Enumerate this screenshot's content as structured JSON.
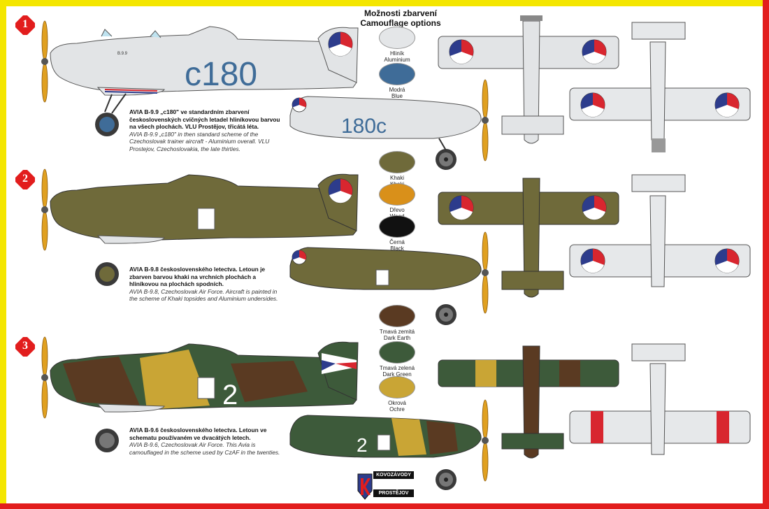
{
  "heading": {
    "cz": "Možnosti zbarvení",
    "en": "Camouflage options"
  },
  "badges": [
    "1",
    "2",
    "3"
  ],
  "colors": {
    "frame_top": "#f4e600",
    "frame_side": "#e21d1d",
    "aluminium": "#e4e6e8",
    "blue": "#3f6c98",
    "khaki": "#6f6a3a",
    "wood": "#d9901a",
    "black": "#111111",
    "dark_earth": "#5a3a22",
    "dark_green": "#3d5a3a",
    "ochre": "#c9a535",
    "roundel_red": "#d8262f",
    "roundel_blue": "#2d3c8c"
  },
  "swatches": [
    {
      "cz": "Hliník",
      "en": "Aluminium",
      "color": "#e4e6e8"
    },
    {
      "cz": "Modrá",
      "en": "Blue",
      "color": "#3f6c98"
    },
    {
      "cz": "Khaki",
      "en": "Khaki",
      "color": "#6f6a3a"
    },
    {
      "cz": "Dřevo",
      "en": "Wood",
      "color": "#d9901a"
    },
    {
      "cz": "Černá",
      "en": "Black",
      "color": "#111111"
    },
    {
      "cz": "Tmavá zemitá",
      "en": "Dark Earth",
      "color": "#5a3a22"
    },
    {
      "cz": "Tmavá zelená",
      "en": "Dark Green",
      "color": "#3d5a3a"
    },
    {
      "cz": "Okrová",
      "en": "Ochre",
      "color": "#c9a535"
    }
  ],
  "schemes": [
    {
      "caption_cz_bold": "AVIA B-9.9 „c180\" ve standardním zbarvení československých cvičných letadel hliníkovou barvou na všech plochách. VLU Prostějov, třicátá léta.",
      "caption_en": "AVIA B-9.9 „c180\" in then standard scheme of the Czechoslovak trainer aircraft - Aluminium overall. VLU Prostejov, Czechoslovakia, the late thirties.",
      "code_left": "c180",
      "code_right": "180c"
    },
    {
      "caption_cz_bold": "AVIA B-9.8 československého letectva. Letoun je zbarven barvou khaki na vrchních plochách a hliníkovou na plochách spodních.",
      "caption_en": "AVIA B-9.8, Czechoslovak Air Force. Aircraft is painted in the scheme of Khaki topsides and Aluminium undersides."
    },
    {
      "caption_cz_bold": "AVIA B-9.6 československého letectva. Letoun ve schematu používaném ve dvacátých letech.",
      "caption_en": "AVIA B-9.6, Czechoslovak Air Force. This Avia is camouflaged in the scheme used by CzAF in the twenties.",
      "code": "2"
    }
  ],
  "logo": {
    "top": "KOVOZÁVODY",
    "bottom": "PROSTĚJOV"
  }
}
